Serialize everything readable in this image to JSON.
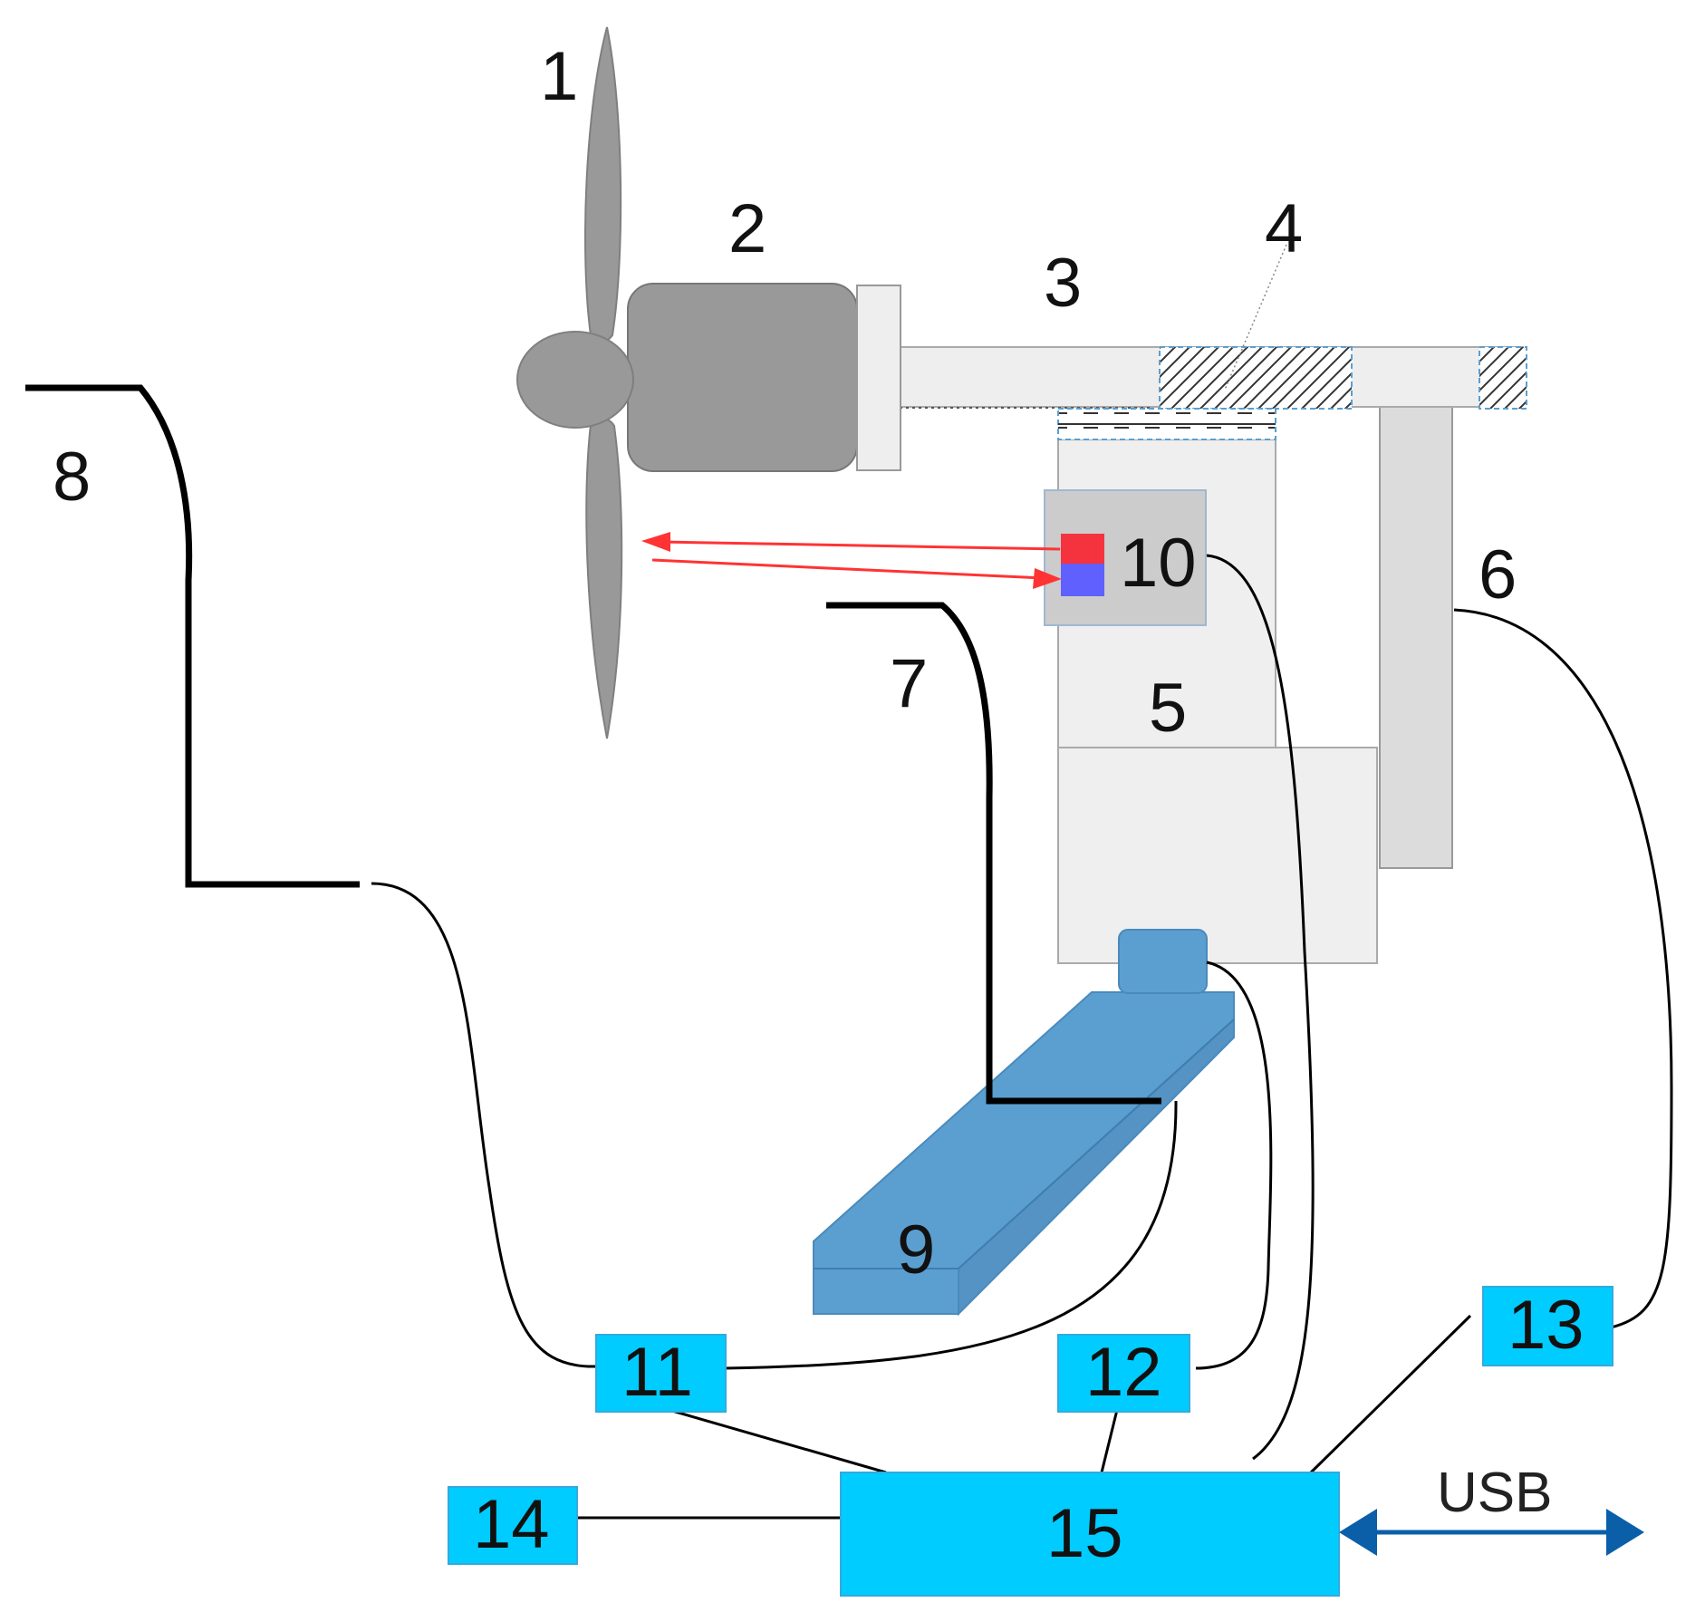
{
  "labels": {
    "l1": "1",
    "l2": "2",
    "l3": "3",
    "l4": "4",
    "l5": "5",
    "l6": "6",
    "l7": "7",
    "l8": "8",
    "l9": "9",
    "l10": "10",
    "l11": "11",
    "l12": "12",
    "l13": "13",
    "l14": "14",
    "l15": "15",
    "usb": "USB"
  },
  "colors": {
    "propeller": "#999999",
    "light_gray": "#efefef",
    "mid_gray": "#dcdcdc",
    "sensor_box": "#cccccc",
    "emitter": "#f5333f",
    "receiver": "#6060ff",
    "laser_beam": "#ff3333",
    "wedge_blue": "#5b9fd0",
    "module_cyan": "#00ccff",
    "usb_arrow": "#0a5fa8"
  }
}
